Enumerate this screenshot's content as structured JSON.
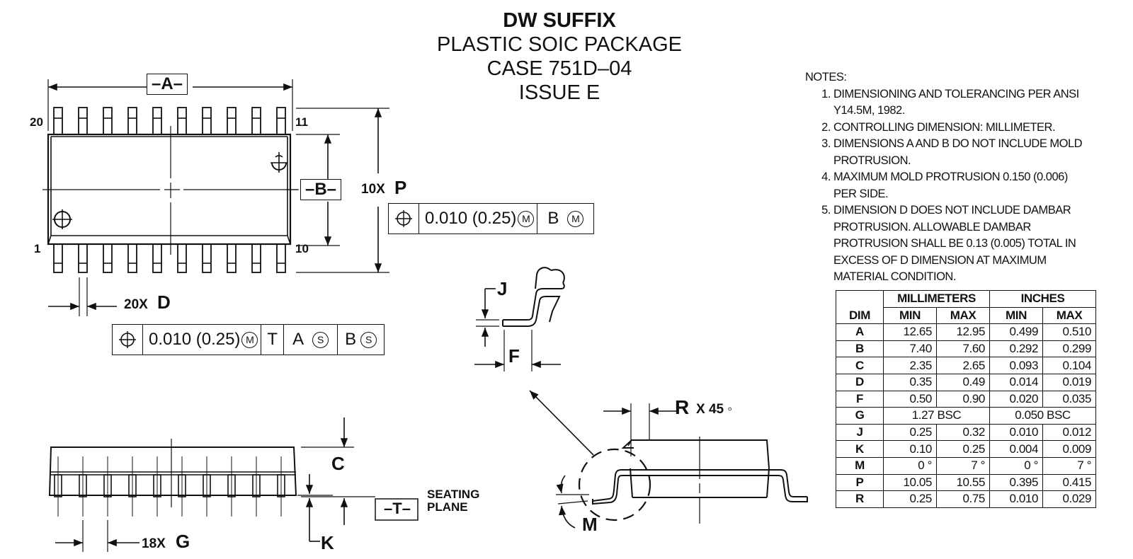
{
  "title": {
    "line1": "DW SUFFIX",
    "line2": "PLASTIC SOIC PACKAGE",
    "line3": "CASE 751D–04",
    "line4": "ISSUE E"
  },
  "notes": {
    "heading": "NOTES:",
    "items": [
      "DIMENSIONING AND TOLERANCING PER ANSI Y14.5M, 1982.",
      "CONTROLLING DIMENSION: MILLIMETER.",
      "DIMENSIONS A AND B DO NOT INCLUDE MOLD PROTRUSION.",
      "MAXIMUM MOLD PROTRUSION 0.150 (0.006) PER SIDE.",
      "DIMENSION D DOES NOT INCLUDE DAMBAR PROTRUSION. ALLOWABLE DAMBAR PROTRUSION SHALL BE 0.13 (0.005) TOTAL IN EXCESS OF D DIMENSION AT MAXIMUM MATERIAL CONDITION."
    ]
  },
  "table": {
    "group_headers": [
      "MILLIMETERS",
      "INCHES"
    ],
    "col_headers": [
      "DIM",
      "MIN",
      "MAX",
      "MIN",
      "MAX"
    ],
    "rows": [
      {
        "dim": "A",
        "mm_min": "12.65",
        "mm_max": "12.95",
        "in_min": "0.499",
        "in_max": "0.510"
      },
      {
        "dim": "B",
        "mm_min": "7.40",
        "mm_max": "7.60",
        "in_min": "0.292",
        "in_max": "0.299"
      },
      {
        "dim": "C",
        "mm_min": "2.35",
        "mm_max": "2.65",
        "in_min": "0.093",
        "in_max": "0.104"
      },
      {
        "dim": "D",
        "mm_min": "0.35",
        "mm_max": "0.49",
        "in_min": "0.014",
        "in_max": "0.019"
      },
      {
        "dim": "F",
        "mm_min": "0.50",
        "mm_max": "0.90",
        "in_min": "0.020",
        "in_max": "0.035"
      },
      {
        "dim": "G",
        "mm_span": "1.27 BSC",
        "in_span": "0.050 BSC"
      },
      {
        "dim": "J",
        "mm_min": "0.25",
        "mm_max": "0.32",
        "in_min": "0.010",
        "in_max": "0.012"
      },
      {
        "dim": "K",
        "mm_min": "0.10",
        "mm_max": "0.25",
        "in_min": "0.004",
        "in_max": "0.009"
      },
      {
        "dim": "M",
        "mm_min": "0 °",
        "mm_max": "7 °",
        "in_min": "0 °",
        "in_max": "7 °"
      },
      {
        "dim": "P",
        "mm_min": "10.05",
        "mm_max": "10.55",
        "in_min": "0.395",
        "in_max": "0.415"
      },
      {
        "dim": "R",
        "mm_min": "0.25",
        "mm_max": "0.75",
        "in_min": "0.010",
        "in_max": "0.029"
      }
    ]
  },
  "labels": {
    "datum_a": "–A–",
    "datum_b": "–B–",
    "datum_t": "–T–",
    "pin20": "20",
    "pin11": "11",
    "pin1": "1",
    "pin10": "10",
    "p_count": "10X",
    "p_dim": "P",
    "d_count": "20X",
    "d_dim": "D",
    "g_count": "18X",
    "g_dim": "G",
    "c_dim": "C",
    "k_dim": "K",
    "j_dim": "J",
    "f_dim": "F",
    "m_dim": "M",
    "r_dim": "R",
    "r_suffix": "X 45 ◦",
    "seating_line1": "SEATING",
    "seating_line2": "PLANE"
  },
  "fcf_p": {
    "symbol": "position-icon",
    "tolerance": "0.010 (0.25)",
    "tol_modifier": "M",
    "datum": "B",
    "datum_modifier": "M"
  },
  "fcf_d": {
    "symbol": "position-icon",
    "tolerance": "0.010 (0.25)",
    "tol_modifier": "M",
    "datum1": "T",
    "datum2": "A",
    "datum2_modifier": "S",
    "datum3": "B",
    "datum3_modifier": "S"
  }
}
